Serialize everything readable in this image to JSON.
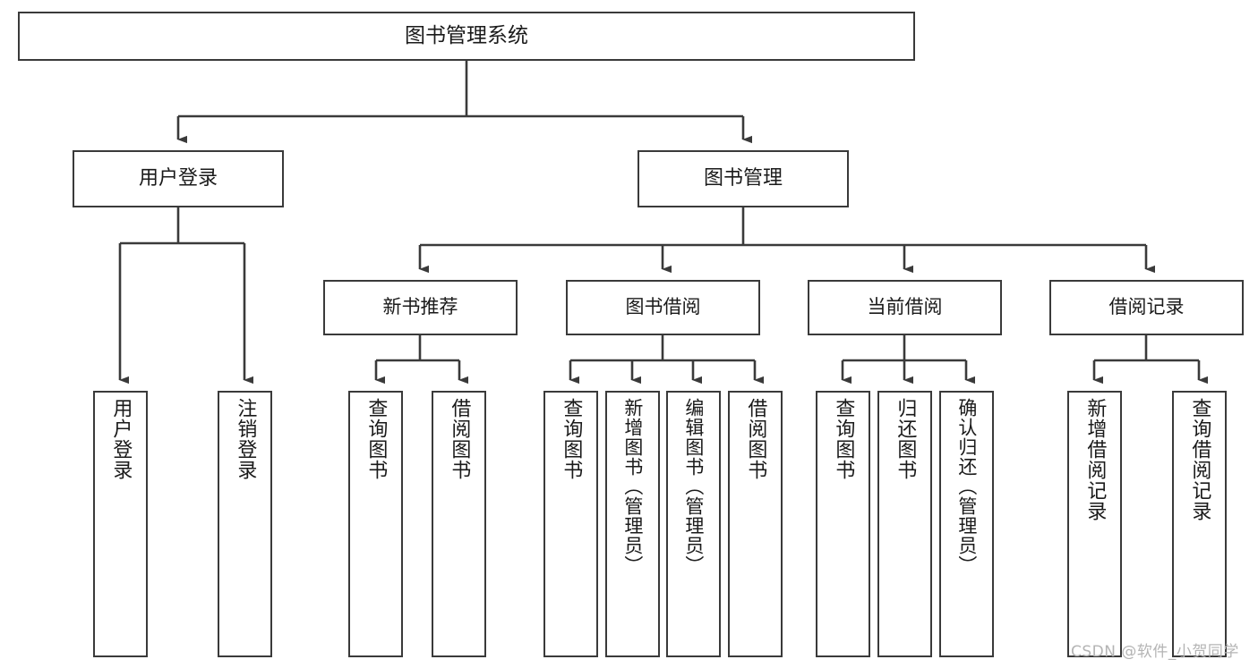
{
  "diagram": {
    "type": "tree",
    "title": "图书管理系统",
    "orientation": "top-down",
    "colors": {
      "border": "#3a3a3a",
      "background": "#ffffff",
      "text": "#1a1a1a",
      "watermark": "#b4b4b4"
    },
    "root": {
      "label": "图书管理系统"
    },
    "level2": [
      {
        "label": "用户登录"
      },
      {
        "label": "图书管理"
      }
    ],
    "level3": [
      {
        "label": "新书推荐"
      },
      {
        "label": "图书借阅"
      },
      {
        "label": "当前借阅"
      },
      {
        "label": "借阅记录"
      }
    ],
    "leaves": {
      "user_login": [
        {
          "label": "用户登录"
        },
        {
          "label": "注销登录"
        }
      ],
      "new_book_recommend": [
        {
          "label": "查询图书"
        },
        {
          "label": "借阅图书"
        }
      ],
      "book_borrow": [
        {
          "label": "查询图书"
        },
        {
          "label": "新增图书（管理员）"
        },
        {
          "label": "编辑图书（管理员）"
        },
        {
          "label": "借阅图书"
        }
      ],
      "current_borrow": [
        {
          "label": "查询图书"
        },
        {
          "label": "归还图书"
        },
        {
          "label": "确认归还（管理员）"
        }
      ],
      "borrow_record": [
        {
          "label": "新增借阅记录"
        },
        {
          "label": "查询借阅记录"
        }
      ]
    }
  },
  "watermark": {
    "text": "CSDN @软件_小贺同学"
  }
}
